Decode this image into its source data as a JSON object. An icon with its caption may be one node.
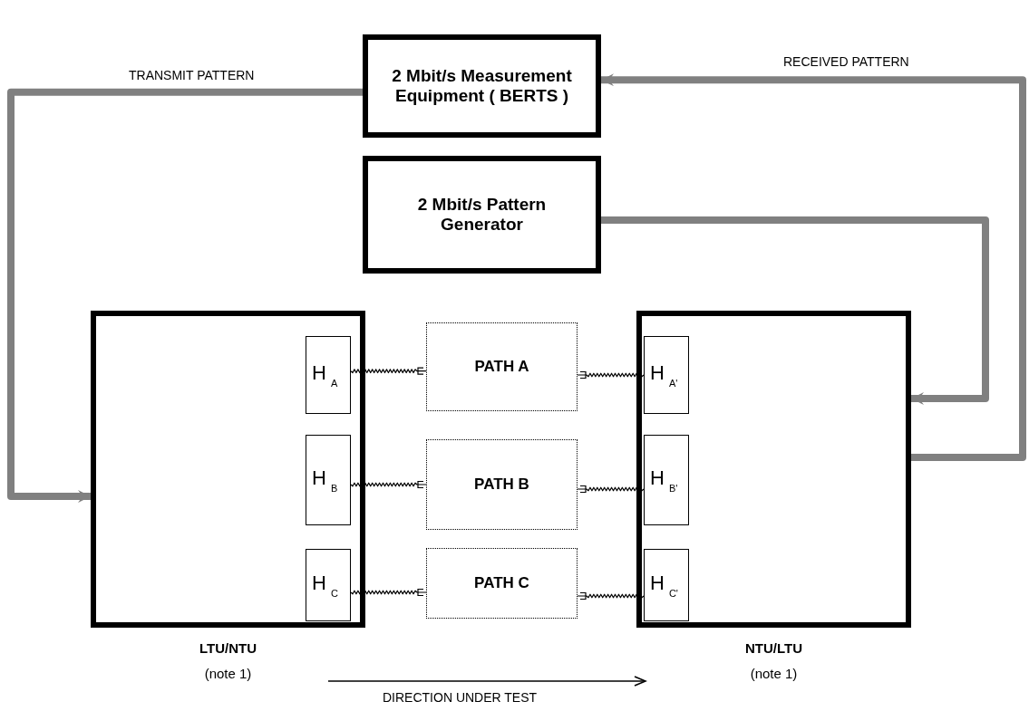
{
  "diagram": {
    "nodes": [
      {
        "text": [
          "2 Mbit/s Measurement Equipment ( BERTS )"
        ]
      },
      {
        "text": [
          "2 Mbit/s Pattern Generator"
        ]
      },
      {
        "text": [],
        "shape": "box",
        "beside": [
          "LTU/NTU",
          "(note 1)"
        ]
      },
      {
        "text": [
          "H$_{A}$"
        ],
        "in": 2
      },
      {
        "text": [
          "H$_{B}$"
        ],
        "in": 2
      },
      {
        "text": [
          "H$_{C}$"
        ],
        "in": 2
      },
      {
        "text": [
          "PATH A"
        ]
      },
      {
        "text": [
          "PATH B"
        ]
      },
      {
        "text": [
          "PATH C"
        ]
      },
      {
        "text": [],
        "shape": "box",
        "beside": [
          "NTU/LTU",
          "(note 1)"
        ]
      },
      {
        "text": [
          "H$_{A'}$"
        ],
        "in": 9
      },
      {
        "text": [
          "H$_{B'}$"
        ],
        "in": 9
      },
      {
        "text": [
          "H$_{C'}$"
        ],
        "in": 9
      }
    ],
    "edges": [
      {
        "from": 0,
        "to": 2,
        "arrow": "to",
        "label": "TRANSMIT PATTERN",
        "style": "thick",
        "color": "#808080"
      },
      {
        "from": 9,
        "to": 0,
        "arrow": "to",
        "label": "RECEIVED PATTERN",
        "style": "thick",
        "color": "#808080"
      },
      {
        "from": 1,
        "to": 9,
        "arrow": "to",
        "style": "thick",
        "color": "#808080"
      },
      {
        "from": 3,
        "to": 6,
        "arrow": "none"
      },
      {
        "from": 4,
        "to": 7,
        "arrow": "none"
      },
      {
        "from": 5,
        "to": 8,
        "arrow": "none"
      },
      {
        "from": 10,
        "to": 6,
        "arrow": "none"
      },
      {
        "from": 11,
        "to": 7,
        "arrow": "none"
      },
      {
        "from": 12,
        "to": 8,
        "arrow": "none"
      }
    ],
    "labels": [
      "DIRECTION UNDER TEST"
    ]
  }
}
